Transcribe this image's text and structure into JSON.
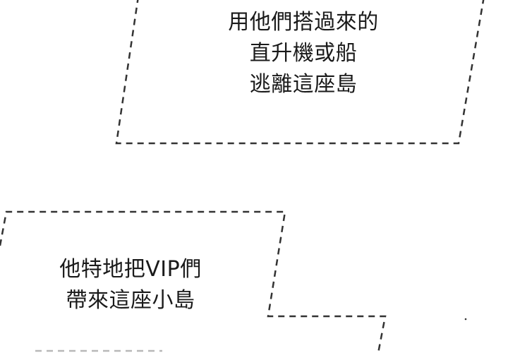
{
  "captions": {
    "top": {
      "lines": [
        "用他們搭過來的",
        "直升機或船",
        "逃離這座島"
      ]
    },
    "bottom": {
      "lines": [
        "他特地把VIP們",
        "帶來這座小島"
      ]
    }
  },
  "colors": {
    "background": "#ffffff",
    "text": "#1a1a1a",
    "dashed_border": "#333333"
  }
}
